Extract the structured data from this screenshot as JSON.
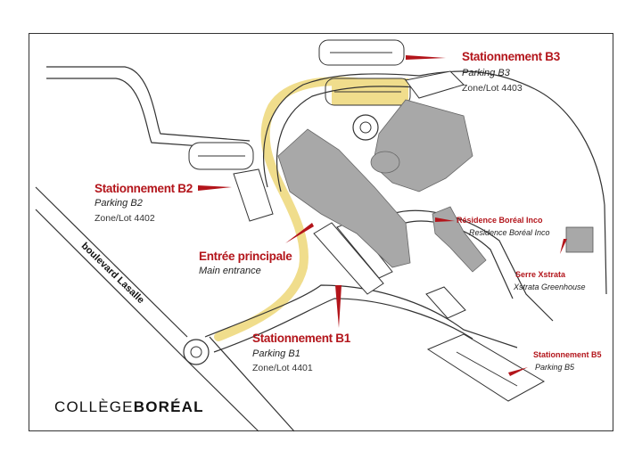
{
  "map": {
    "road_label": "boulevard Lasalle",
    "logo": {
      "part1": "COLLÈGE",
      "part2": "BORÉAL"
    },
    "colors": {
      "accent_red": "#b3151b",
      "building_gray": "#a8a8a8",
      "route_yellow": "#f0dd8c"
    },
    "labels": {
      "b3": {
        "fr": "Stationnement B3",
        "en": "Parking B3",
        "zone": "Zone/Lot 4403"
      },
      "b2": {
        "fr": "Stationnement B2",
        "en": "Parking B2",
        "zone": "Zone/Lot 4402"
      },
      "b1": {
        "fr": "Stationnement B1",
        "en": "Parking B1",
        "zone": "Zone/Lot 4401"
      },
      "main": {
        "fr": "Entrée principale",
        "en": "Main entrance"
      },
      "inco": {
        "fr": "Résidence Boréal Inco",
        "en": "Residence Boréal Inco"
      },
      "serre": {
        "fr": "Serre Xstrata",
        "en": "Xstrata Greenhouse"
      },
      "b5": {
        "fr": "Stationnement B5",
        "en": "Parking B5"
      }
    }
  }
}
